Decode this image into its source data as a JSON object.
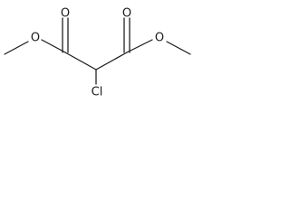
{
  "molecule": {
    "atoms": {
      "o_carbonyl_left": "O",
      "o_carbonyl_right": "O",
      "o_ester_left": "O",
      "o_ester_right": "O",
      "chlorine": "Cl"
    }
  }
}
